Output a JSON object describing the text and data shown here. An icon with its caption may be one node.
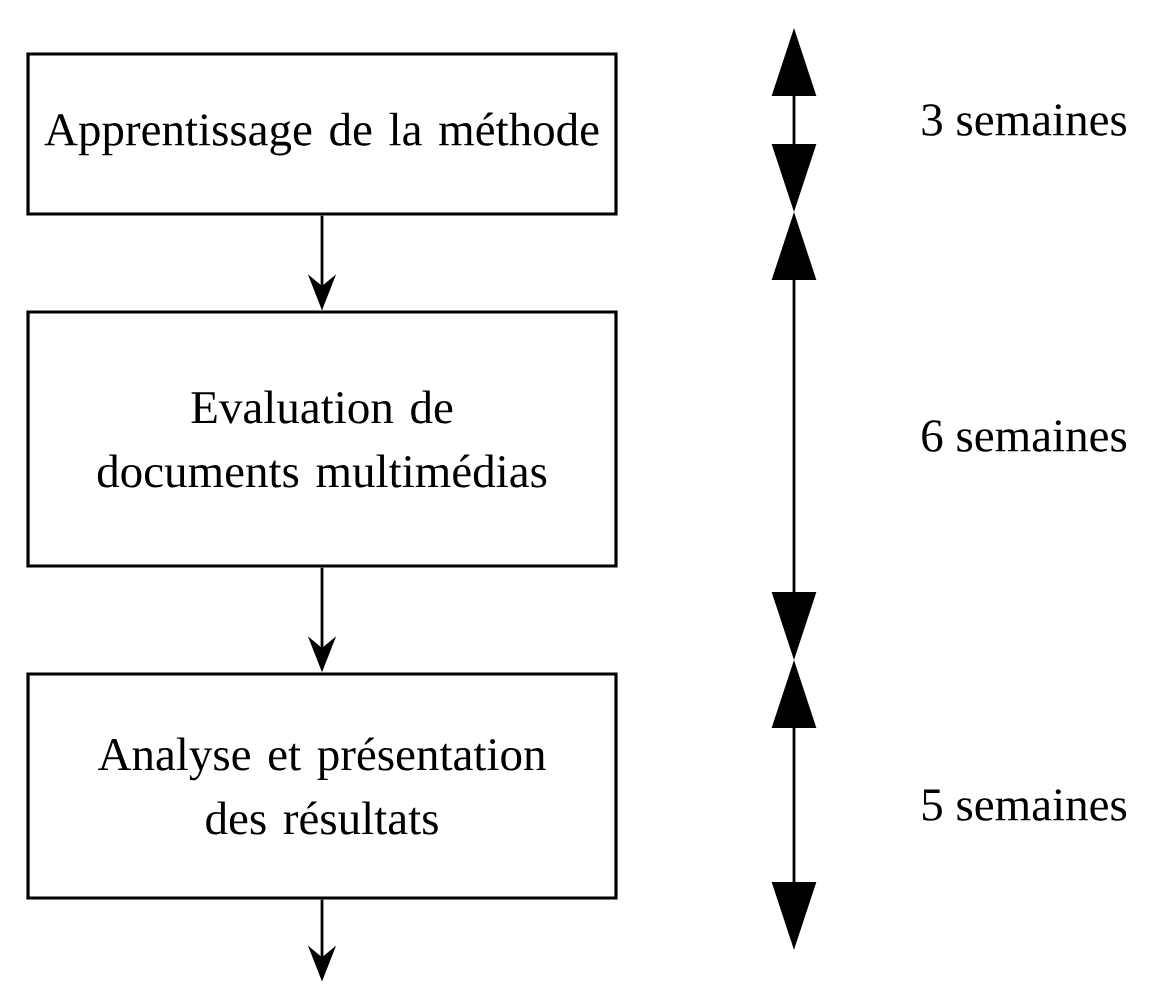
{
  "diagram": {
    "nodes": [
      {
        "text": [
          "Apprentissage de la méthode"
        ]
      },
      {
        "text": [
          "Evaluation de documents multimédias"
        ]
      },
      {
        "text": [
          "Analyse et présentation des résultats"
        ]
      }
    ],
    "edges": [
      {
        "from": 0,
        "to": 1,
        "arrow": "to"
      },
      {
        "from": 1,
        "to": 2,
        "arrow": "to"
      },
      {
        "from": 2,
        "to": null,
        "arrow": "to"
      }
    ],
    "labels": [
      "3 semaines",
      "6 semaines",
      "5 semaines"
    ]
  }
}
